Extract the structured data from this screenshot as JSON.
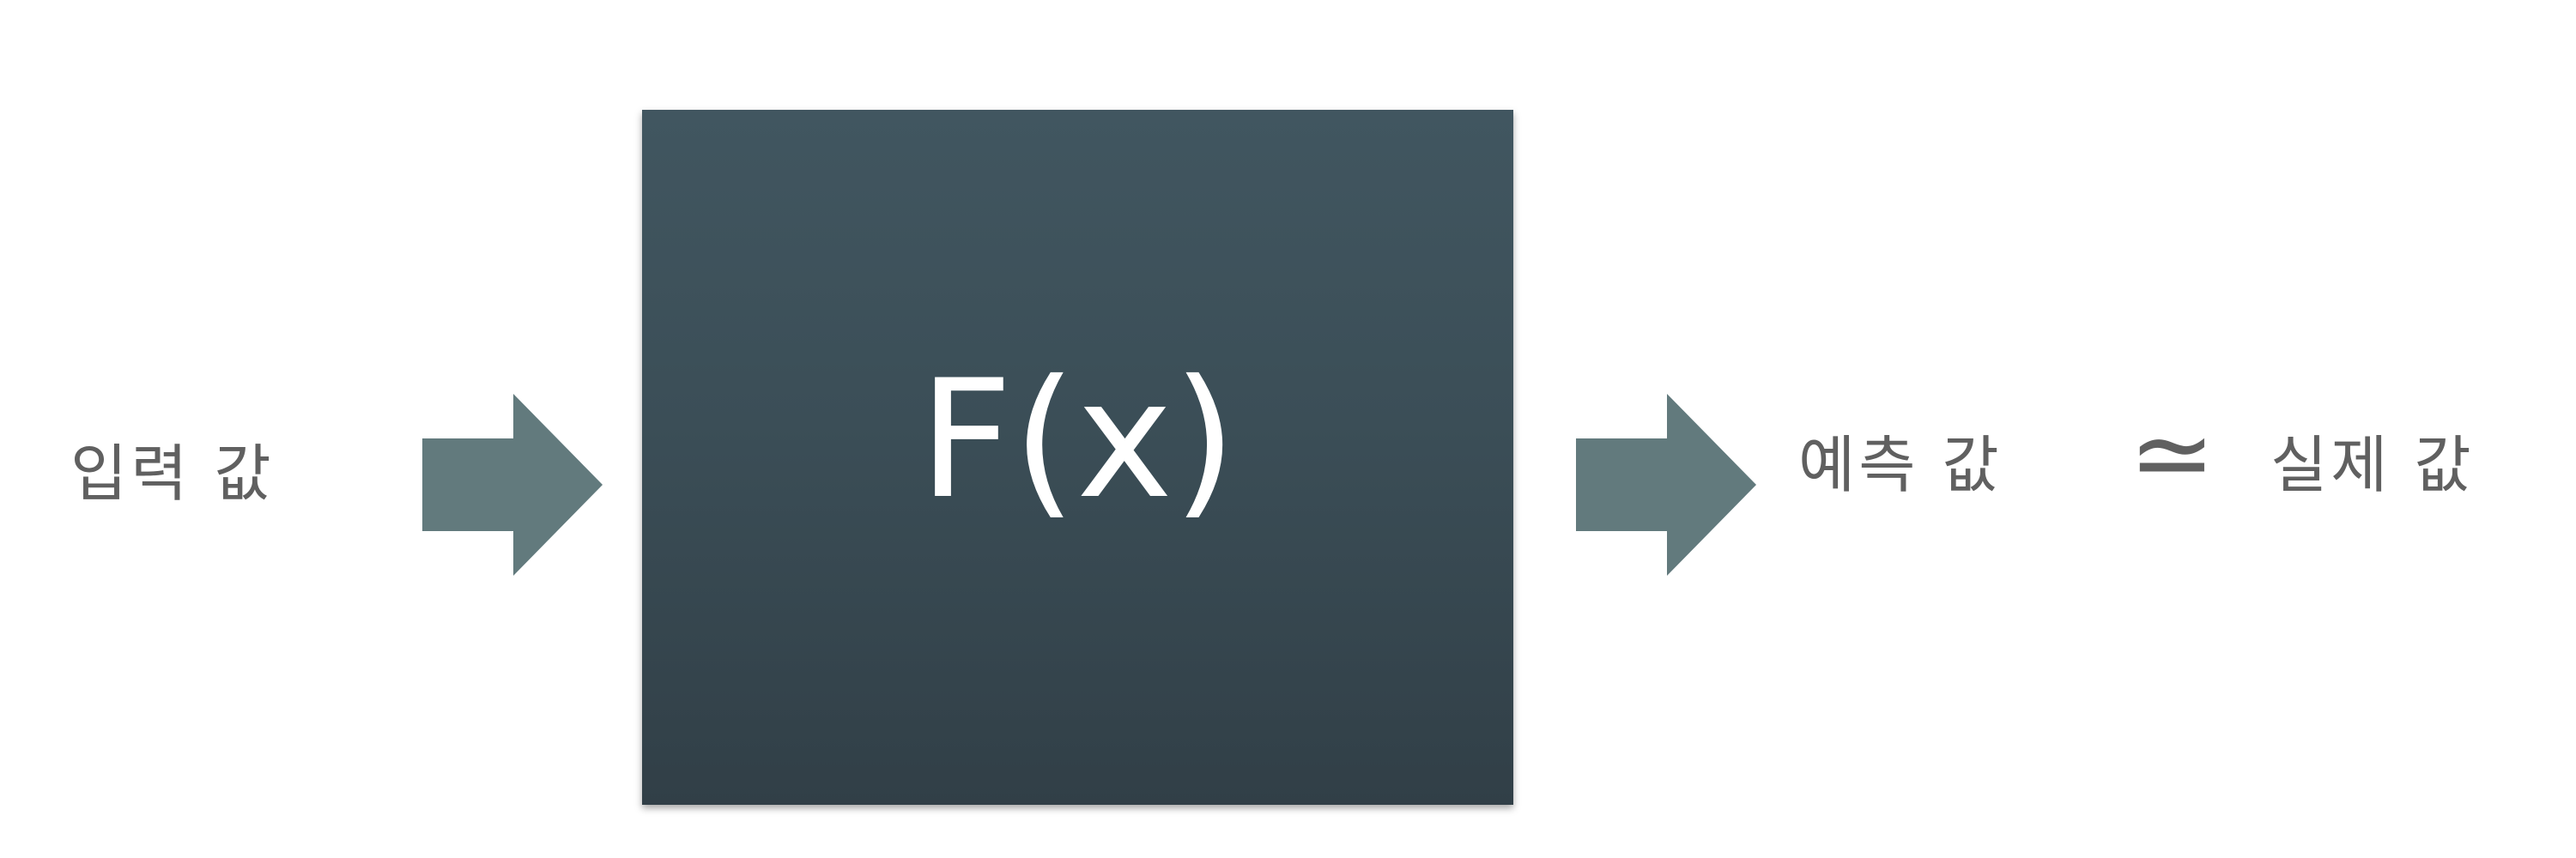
{
  "diagram": {
    "input_label": "입력 값",
    "function_label": "F(x)",
    "predicted_label": "예측 값",
    "approx_symbol": "≃",
    "actual_label": "실제 값"
  },
  "colors": {
    "arrow": "#627a7d",
    "box_top": "#415660",
    "box_bottom": "#313f47",
    "text_gray": "#606060",
    "function_text": "#ffffff"
  }
}
